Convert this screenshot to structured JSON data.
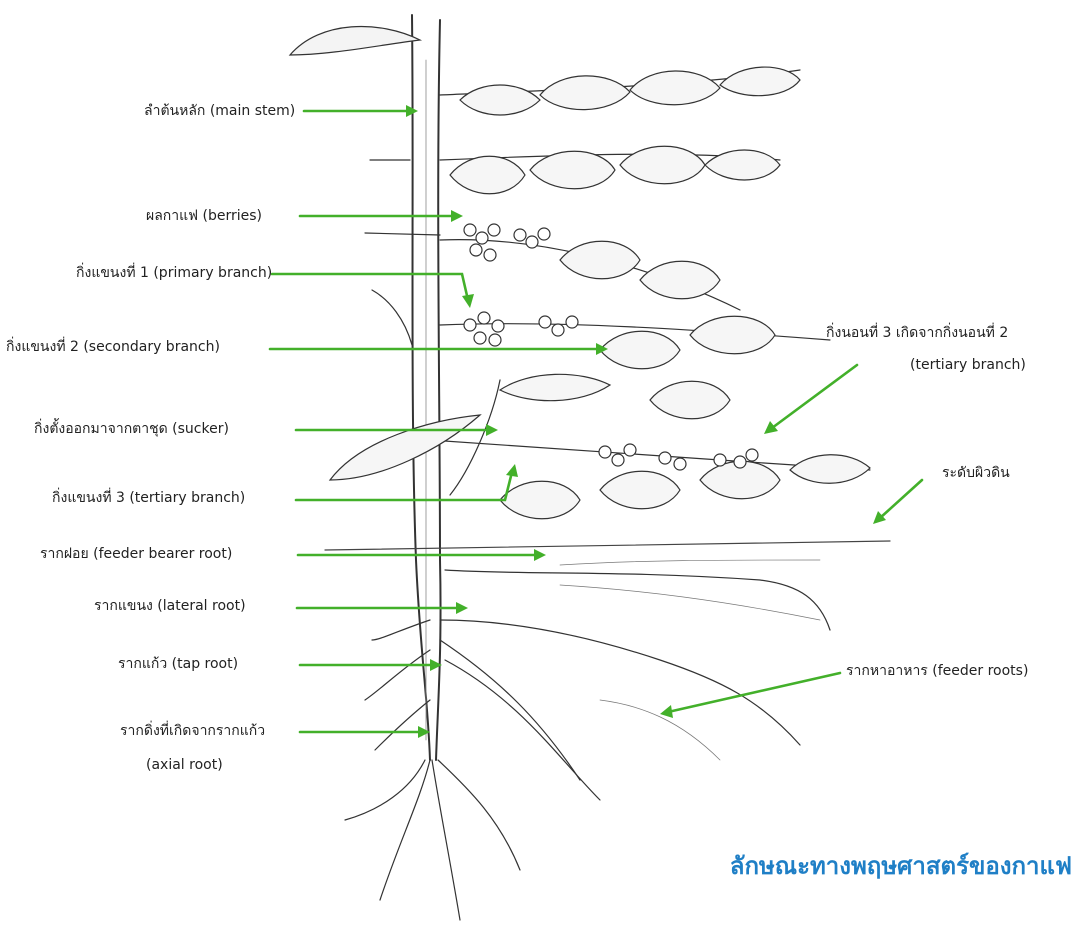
{
  "labels": {
    "main_stem": "ลำต้นหลัก (main stem)",
    "berries": "ผลกาแฟ (berries)",
    "primary_branch": "กิ่งแขนงที่ 1 (primary branch)",
    "secondary_branch": "กิ่งแขนงที่ 2 (secondary branch)",
    "sucker": "กิ่งตั้งออกมาจากตาชุด (sucker)",
    "tertiary_branch": "กิ่งแขนงที่ 3 (tertiary branch)",
    "feeder_bearer_root": "รากฝอย (feeder bearer root)",
    "lateral_root": "รากแขนง (lateral root)",
    "tap_root": "รากแก้ว  (tap root)",
    "axial_root_line1": "รากดิ่งที่เกิดจากรากแก้ว",
    "axial_root_line2": "(axial root)",
    "tertiary_lateral_line1": "กิ่งนอนที่ 3 เกิดจากกิ่งนอนที่ 2",
    "tertiary_lateral_line2": "(tertiary branch)",
    "soil_level": "ระดับผิวดิน",
    "feeder_roots": "รากหาอาหาร (feeder roots)"
  },
  "title": "ลักษณะทางพฤษศาสตร์ของกาแฟ",
  "colors": {
    "arrow": "#43b02a",
    "title": "#1f7fc6",
    "ink": "#333333"
  }
}
